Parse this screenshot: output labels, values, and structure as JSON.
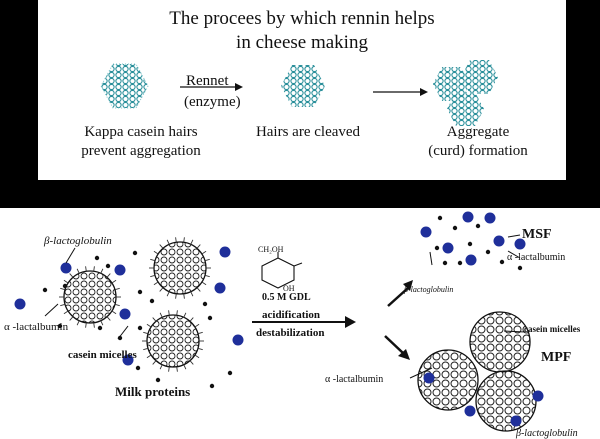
{
  "top_panel": {
    "title_line1": "The procees by which rennin helps",
    "title_line2": "in cheese making",
    "step1_line1": "Kappa casein hairs",
    "step1_line2": "prevent aggregation",
    "arrow1_line1": "Rennet",
    "arrow1_line2": "(enzyme)",
    "step2": "Hairs are cleaved",
    "step3_line1": "Aggregate",
    "step3_line2": "(curd) formation"
  },
  "bottom_panel": {
    "beta_lactoglobulin": "β-lactoglobulin",
    "alpha_lactalbumin_left": "α -lactalbumin",
    "casein_micelles_left": "casein micelles",
    "milk_proteins": "Milk proteins",
    "gdl": "0.5 M GDL",
    "acidification": "acidification",
    "destabilization": "destabilization",
    "msf": "MSF",
    "alpha_lactalbumin_msf": "α -lactalbumin",
    "beta_lactoglobulin_msf": "β-lactoglobulin",
    "casein_micelles_mpf": "casein micelles",
    "mpf": "MPF",
    "alpha_lactalbumin_mpf": "α -lactalbumin",
    "beta_lactoglobulin_mpf": "β-lactoglobulin",
    "chem_ch2oh": "CH₂OH",
    "chem_oh": "OH"
  },
  "colors": {
    "hexagon": "#2a8f9a",
    "protein_blue": "#1f2f9a",
    "background": "#000000"
  }
}
